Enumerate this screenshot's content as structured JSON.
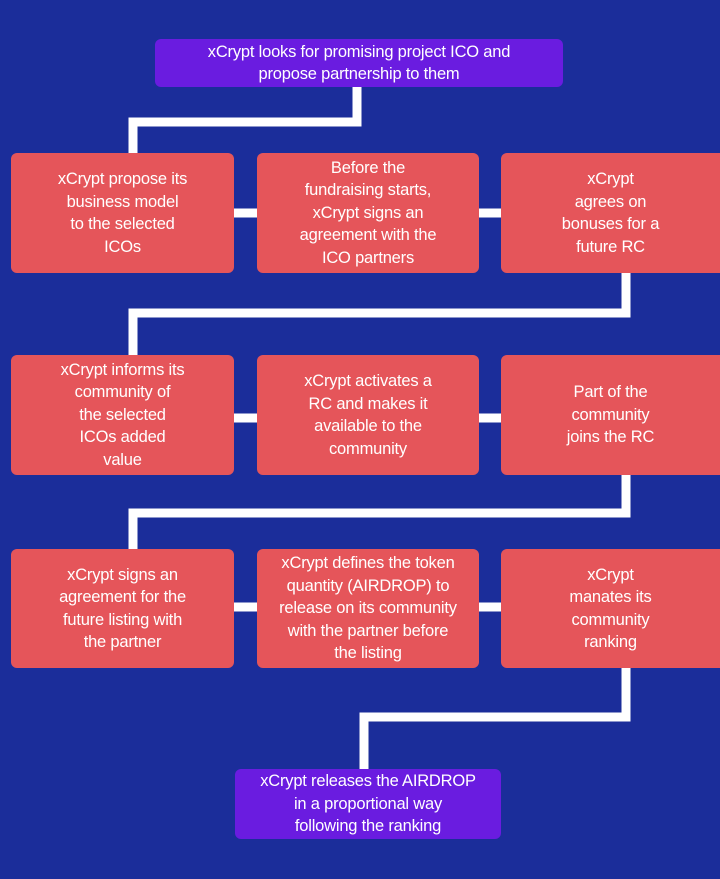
{
  "colors": {
    "background": "#1b2d9a",
    "step_box": "#e5555a",
    "start_end_box": "#6a1ce0",
    "connector": "#ffffff",
    "text": "#ffffff"
  },
  "flowchart": {
    "start": "xCrypt looks for promising project ICO and\npropose partnership to them",
    "row1": [
      "xCrypt propose its\nbusiness model\nto the selected\nICOs",
      "Before the\nfundraising starts,\nxCrypt signs an\nagreement with the\nICO partners",
      "xCrypt\nagrees on\nbonuses for a\nfuture RC"
    ],
    "row2": [
      "xCrypt informs its\ncommunity of\nthe selected\nICOs added\nvalue",
      "xCrypt activates a\nRC and makes it\navailable to the\ncommunity",
      "Part of the\ncommunity\njoins the RC"
    ],
    "row3": [
      "xCrypt signs an\nagreement for the\nfuture listing with\nthe partner",
      "xCrypt defines the token\nquantity (AIRDROP) to\nrelease on its community\nwith the partner before\nthe listing",
      "xCrypt\nmanates its\ncommunity\nranking"
    ],
    "end": "xCrypt releases the AIRDROP\nin a proportional way\nfollowing the ranking"
  }
}
